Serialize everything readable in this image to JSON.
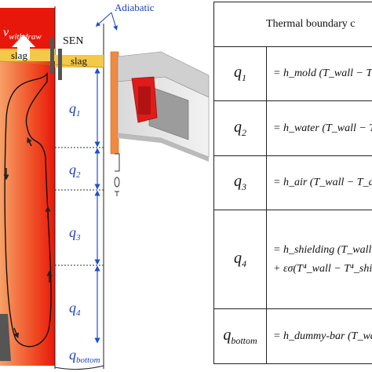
{
  "diagram": {
    "v_label": "v",
    "v_sub": "withdraw",
    "sen_label": "SEN",
    "slag_left": "slag",
    "slag_right": "slag",
    "adiabatic_label": "Adiabatic",
    "zones": [
      {
        "sym": "q",
        "sub": "1"
      },
      {
        "sym": "q",
        "sub": "2"
      },
      {
        "sym": "q",
        "sub": "3"
      },
      {
        "sym": "q",
        "sub": "4"
      },
      {
        "sym": "q",
        "sub": "bottom"
      }
    ],
    "colors": {
      "strand_hot": "#e8170b",
      "strand_warm": "#f36a2a",
      "strand_cool": "#f6b07e",
      "slag": "#f3c94a",
      "arrow_blue": "#1f4fd0",
      "label_blue": "#1f3fbf",
      "coil_red": "#e11b1b",
      "copper": "#f08a40"
    }
  },
  "table": {
    "header": "Thermal boundary c",
    "rows": [
      {
        "sym": "q",
        "sub": "1",
        "expr": [
          "= h_mold (T_wall − T_mo"
        ]
      },
      {
        "sym": "q",
        "sub": "2",
        "expr": [
          "= h_water (T_wall − T_wa"
        ]
      },
      {
        "sym": "q",
        "sub": "3",
        "expr": [
          "= h_air (T_wall − T_air)"
        ]
      },
      {
        "sym": "q",
        "sub": "4",
        "expr": [
          "= h_shielding (T_wall − T",
          "+ εσ(T⁴_wall − T⁴_shi"
        ]
      },
      {
        "sym": "q",
        "sub": "bottom",
        "expr": [
          "= h_dummy-bar (T_wall"
        ]
      }
    ]
  }
}
